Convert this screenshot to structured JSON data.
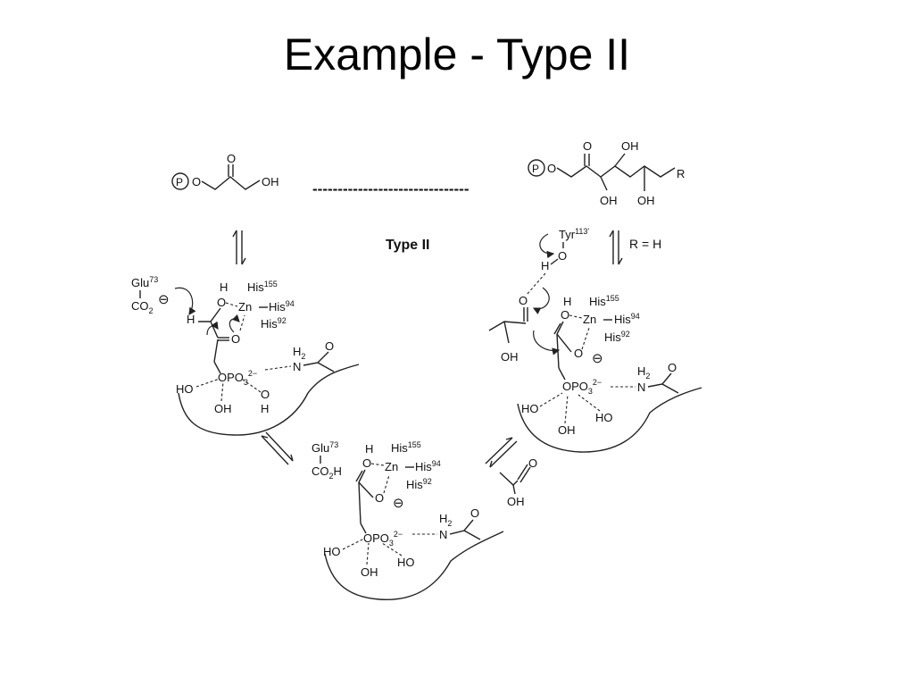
{
  "slide": {
    "title": "Example - Type II"
  },
  "scheme": {
    "center_label": "Type II",
    "r_definition": "R = H",
    "top_left": {
      "p": "P",
      "o": "O",
      "oh": "OH",
      "carbonyl_o": "O"
    },
    "top_right": {
      "p": "P",
      "o": "O",
      "carbonyl_o": "O",
      "oh_top": "OH",
      "oh_a": "OH",
      "oh_b": "OH",
      "r": "R"
    },
    "separator": "-------------------------------",
    "left_complex": {
      "glu": "Glu",
      "glu_sup": "73",
      "co2": "CO",
      "co2_sub": "2",
      "minus": "⊖",
      "h_alpha": "H",
      "h_oh": "H",
      "o_oh": "O",
      "zn": "Zn",
      "his155": "His",
      "his155_sup": "155",
      "his94": "His",
      "his94_sup": "94",
      "his92": "His",
      "his92_sup": "92",
      "c_o": "O",
      "opo3": "OPO",
      "opo3_sub": "3",
      "opo3_sup": "2−",
      "h2": "H",
      "h2_sub": "2",
      "n": "N",
      "amide_o": "O",
      "ho": "HO",
      "oh": "OH",
      "o_h_o": "O",
      "o_h_h": "H"
    },
    "right_complex": {
      "tyr": "Tyr",
      "tyr_sup": "113'",
      "o_tyr": "O",
      "h_tyr": "H",
      "aldehyde_o": "O",
      "oh_ald": "OH",
      "h_oh": "H",
      "o_oh": "O",
      "zn": "Zn",
      "his155": "His",
      "his155_sup": "155",
      "his94": "His",
      "his94_sup": "94",
      "his92": "His",
      "his92_sup": "92",
      "o_minus": "O",
      "minus": "⊖",
      "opo3": "OPO",
      "opo3_sub": "3",
      "opo3_sup": "2−",
      "h2": "H",
      "h2_sub": "2",
      "n": "N",
      "amide_o": "O",
      "ho_a": "HO",
      "oh": "OH",
      "ho_b": "HO"
    },
    "bottom_complex": {
      "glu": "Glu",
      "glu_sup": "73",
      "co2h": "CO",
      "co2h_sub": "2",
      "co2h_h": "H",
      "h_oh": "H",
      "o_oh": "O",
      "zn": "Zn",
      "his155": "His",
      "his155_sup": "155",
      "his94": "His",
      "his94_sup": "94",
      "his92": "His",
      "his92_sup": "92",
      "o_minus": "O",
      "minus": "⊖",
      "opo3": "OPO",
      "opo3_sub": "3",
      "opo3_sup": "2−",
      "h2": "H",
      "h2_sub": "2",
      "n": "N",
      "amide_o": "O",
      "ho_a": "HO",
      "oh": "OH",
      "ho_b": "HO"
    },
    "released_aldehyde": {
      "o": "O",
      "oh": "OH"
    }
  }
}
